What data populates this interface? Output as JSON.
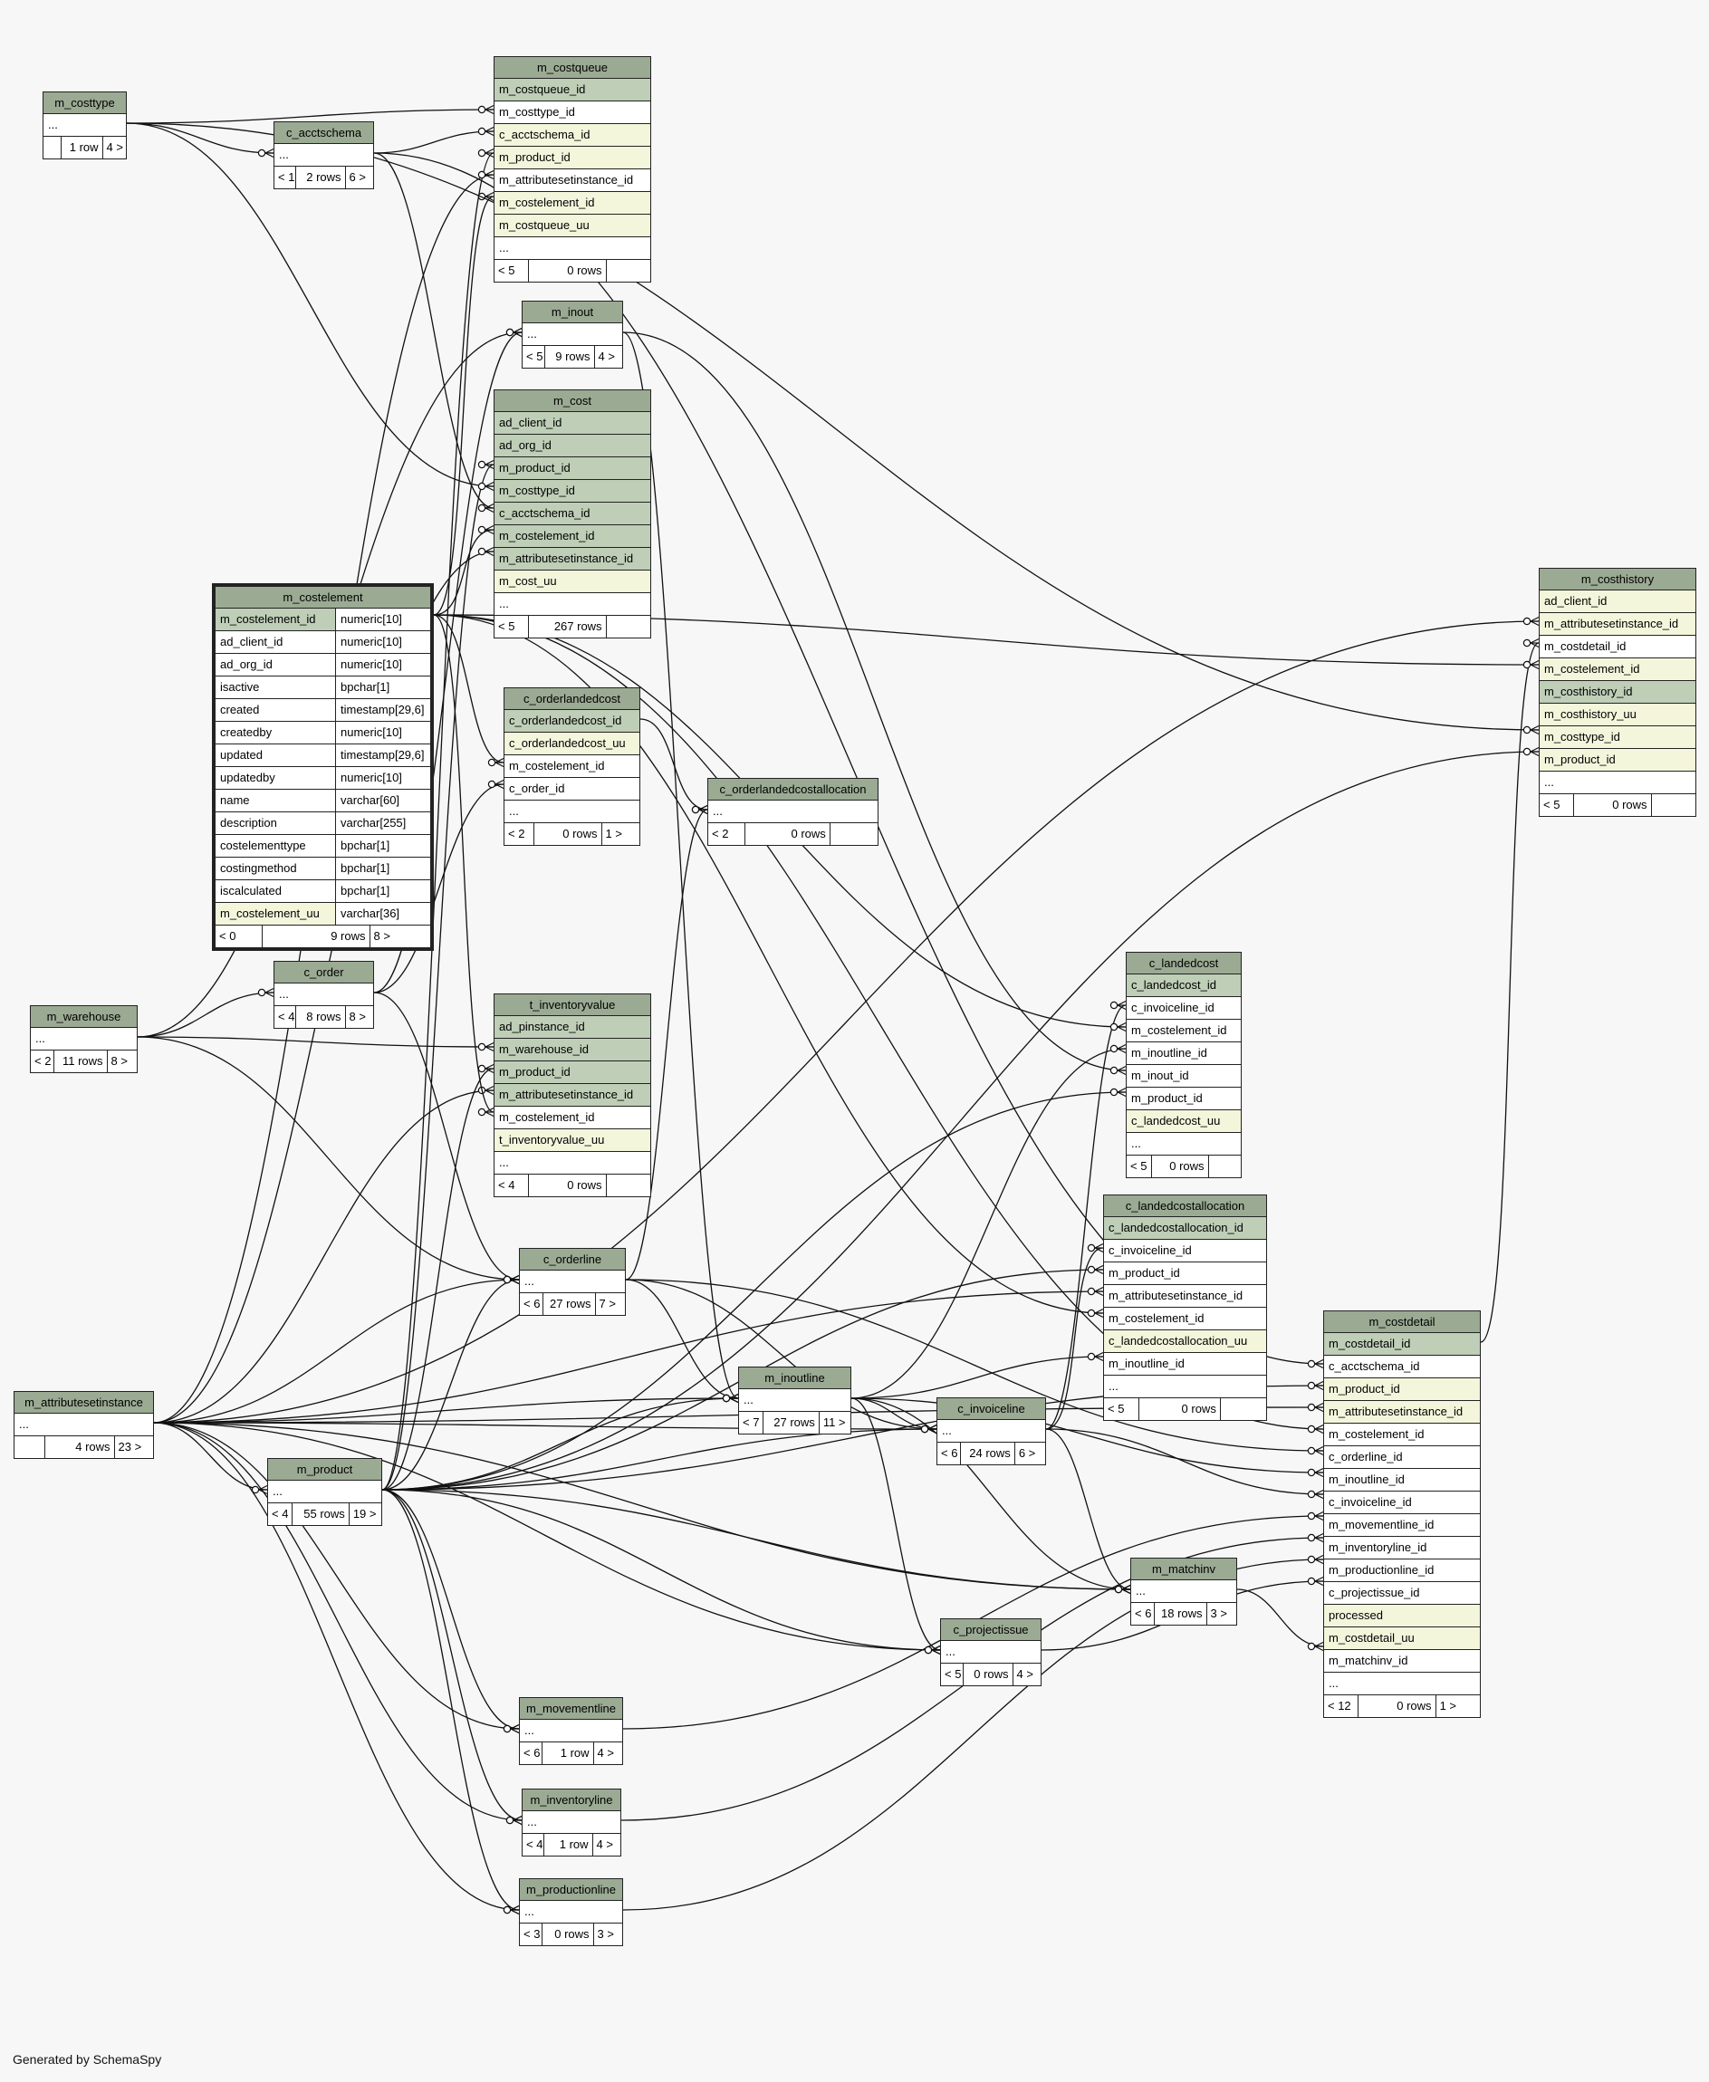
{
  "diagram": {
    "generator_note": "Generated by SchemaSpy",
    "colors": {
      "header": "#9baa93",
      "primary_key": "#bfceb7",
      "foreign_key": "#f4f6dc",
      "plain": "#ffffff",
      "background": "#f7f7f7"
    },
    "tables": [
      {
        "id": "m_costtype",
        "name": "m_costtype",
        "rows": [
          [
            "...",
            "plain"
          ]
        ],
        "footer": [
          "",
          "1 row",
          "4 >"
        ]
      },
      {
        "id": "c_acctschema",
        "name": "c_acctschema",
        "rows": [
          [
            "...",
            "plain"
          ]
        ],
        "footer": [
          "< 1",
          "2 rows",
          "6 >"
        ]
      },
      {
        "id": "m_costqueue",
        "name": "m_costqueue",
        "rows": [
          [
            "m_costqueue_id",
            "pk"
          ],
          [
            "m_costtype_id",
            "plain"
          ],
          [
            "c_acctschema_id",
            "fk"
          ],
          [
            "m_product_id",
            "fk"
          ],
          [
            "m_attributesetinstance_id",
            "plain"
          ],
          [
            "m_costelement_id",
            "fk"
          ],
          [
            "m_costqueue_uu",
            "fk"
          ],
          [
            "...",
            "plain"
          ]
        ],
        "footer": [
          "< 5",
          "0 rows",
          ""
        ]
      },
      {
        "id": "m_inout",
        "name": "m_inout",
        "rows": [
          [
            "...",
            "plain"
          ]
        ],
        "footer": [
          "< 5",
          "9 rows",
          "4 >"
        ]
      },
      {
        "id": "m_cost",
        "name": "m_cost",
        "rows": [
          [
            "ad_client_id",
            "pk"
          ],
          [
            "ad_org_id",
            "pk"
          ],
          [
            "m_product_id",
            "pk"
          ],
          [
            "m_costtype_id",
            "pk"
          ],
          [
            "c_acctschema_id",
            "pk"
          ],
          [
            "m_costelement_id",
            "pk"
          ],
          [
            "m_attributesetinstance_id",
            "pk"
          ],
          [
            "m_cost_uu",
            "fk"
          ],
          [
            "...",
            "plain"
          ]
        ],
        "footer": [
          "< 5",
          "267 rows",
          ""
        ]
      },
      {
        "id": "m_costelement",
        "name": "m_costelement",
        "focus": true,
        "rows": [
          [
            "m_costelement_id",
            "pk",
            "numeric[10]"
          ],
          [
            "ad_client_id",
            "plain",
            "numeric[10]"
          ],
          [
            "ad_org_id",
            "plain",
            "numeric[10]"
          ],
          [
            "isactive",
            "plain",
            "bpchar[1]"
          ],
          [
            "created",
            "plain",
            "timestamp[29,6]"
          ],
          [
            "createdby",
            "plain",
            "numeric[10]"
          ],
          [
            "updated",
            "plain",
            "timestamp[29,6]"
          ],
          [
            "updatedby",
            "plain",
            "numeric[10]"
          ],
          [
            "name",
            "plain",
            "varchar[60]"
          ],
          [
            "description",
            "plain",
            "varchar[255]"
          ],
          [
            "costelementtype",
            "plain",
            "bpchar[1]"
          ],
          [
            "costingmethod",
            "plain",
            "bpchar[1]"
          ],
          [
            "iscalculated",
            "plain",
            "bpchar[1]"
          ],
          [
            "m_costelement_uu",
            "fk",
            "varchar[36]"
          ]
        ],
        "footer": [
          "< 0",
          "9 rows",
          "8 >"
        ]
      },
      {
        "id": "c_orderlandedcost",
        "name": "c_orderlandedcost",
        "rows": [
          [
            "c_orderlandedcost_id",
            "pk"
          ],
          [
            "c_orderlandedcost_uu",
            "fk"
          ],
          [
            "m_costelement_id",
            "plain"
          ],
          [
            "c_order_id",
            "plain"
          ],
          [
            "...",
            "plain"
          ]
        ],
        "footer": [
          "< 2",
          "0 rows",
          "1 >"
        ]
      },
      {
        "id": "c_orderlandedcostallocation",
        "name": "c_orderlandedcostallocation",
        "rows": [
          [
            "...",
            "plain"
          ]
        ],
        "footer": [
          "< 2",
          "0 rows",
          ""
        ]
      },
      {
        "id": "m_costhistory",
        "name": "m_costhistory",
        "rows": [
          [
            "ad_client_id",
            "fk"
          ],
          [
            "m_attributesetinstance_id",
            "fk"
          ],
          [
            "m_costdetail_id",
            "plain"
          ],
          [
            "m_costelement_id",
            "fk"
          ],
          [
            "m_costhistory_id",
            "pk"
          ],
          [
            "m_costhistory_uu",
            "fk"
          ],
          [
            "m_costtype_id",
            "fk"
          ],
          [
            "m_product_id",
            "fk"
          ],
          [
            "...",
            "plain"
          ]
        ],
        "footer": [
          "< 5",
          "0 rows",
          ""
        ]
      },
      {
        "id": "c_order",
        "name": "c_order",
        "rows": [
          [
            "...",
            "plain"
          ]
        ],
        "footer": [
          "< 4",
          "8 rows",
          "8 >"
        ]
      },
      {
        "id": "m_warehouse",
        "name": "m_warehouse",
        "rows": [
          [
            "...",
            "plain"
          ]
        ],
        "footer": [
          "< 2",
          "11 rows",
          "8 >"
        ]
      },
      {
        "id": "t_inventoryvalue",
        "name": "t_inventoryvalue",
        "rows": [
          [
            "ad_pinstance_id",
            "pk"
          ],
          [
            "m_warehouse_id",
            "pk"
          ],
          [
            "m_product_id",
            "pk"
          ],
          [
            "m_attributesetinstance_id",
            "pk"
          ],
          [
            "m_costelement_id",
            "plain"
          ],
          [
            "t_inventoryvalue_uu",
            "fk"
          ],
          [
            "...",
            "plain"
          ]
        ],
        "footer": [
          "< 4",
          "0 rows",
          ""
        ]
      },
      {
        "id": "c_landedcost",
        "name": "c_landedcost",
        "rows": [
          [
            "c_landedcost_id",
            "pk"
          ],
          [
            "c_invoiceline_id",
            "plain"
          ],
          [
            "m_costelement_id",
            "plain"
          ],
          [
            "m_inoutline_id",
            "plain"
          ],
          [
            "m_inout_id",
            "plain"
          ],
          [
            "m_product_id",
            "plain"
          ],
          [
            "c_landedcost_uu",
            "fk"
          ],
          [
            "...",
            "plain"
          ]
        ],
        "footer": [
          "< 5",
          "0 rows",
          ""
        ]
      },
      {
        "id": "c_landedcostallocation",
        "name": "c_landedcostallocation",
        "rows": [
          [
            "c_landedcostallocation_id",
            "pk"
          ],
          [
            "c_invoiceline_id",
            "plain"
          ],
          [
            "m_product_id",
            "plain"
          ],
          [
            "m_attributesetinstance_id",
            "plain"
          ],
          [
            "m_costelement_id",
            "plain"
          ],
          [
            "c_landedcostallocation_uu",
            "fk"
          ],
          [
            "m_inoutline_id",
            "plain"
          ],
          [
            "...",
            "plain"
          ]
        ],
        "footer": [
          "< 5",
          "0 rows",
          ""
        ]
      },
      {
        "id": "c_orderline",
        "name": "c_orderline",
        "rows": [
          [
            "...",
            "plain"
          ]
        ],
        "footer": [
          "< 6",
          "27 rows",
          "7 >"
        ]
      },
      {
        "id": "m_costdetail",
        "name": "m_costdetail",
        "rows": [
          [
            "m_costdetail_id",
            "pk"
          ],
          [
            "c_acctschema_id",
            "plain"
          ],
          [
            "m_product_id",
            "fk"
          ],
          [
            "m_attributesetinstance_id",
            "fk"
          ],
          [
            "m_costelement_id",
            "plain"
          ],
          [
            "c_orderline_id",
            "plain"
          ],
          [
            "m_inoutline_id",
            "plain"
          ],
          [
            "c_invoiceline_id",
            "plain"
          ],
          [
            "m_movementline_id",
            "plain"
          ],
          [
            "m_inventoryline_id",
            "plain"
          ],
          [
            "m_productionline_id",
            "plain"
          ],
          [
            "c_projectissue_id",
            "plain"
          ],
          [
            "processed",
            "fk"
          ],
          [
            "m_costdetail_uu",
            "fk"
          ],
          [
            "m_matchinv_id",
            "plain"
          ],
          [
            "...",
            "plain"
          ]
        ],
        "footer": [
          "< 12",
          "0 rows",
          "1 >"
        ]
      },
      {
        "id": "m_inoutline",
        "name": "m_inoutline",
        "rows": [
          [
            "...",
            "plain"
          ]
        ],
        "footer": [
          "< 7",
          "27 rows",
          "11 >"
        ]
      },
      {
        "id": "m_attributesetinstance",
        "name": "m_attributesetinstance",
        "rows": [
          [
            "...",
            "plain"
          ]
        ],
        "footer": [
          "",
          "4 rows",
          "23 >"
        ]
      },
      {
        "id": "c_invoiceline",
        "name": "c_invoiceline",
        "rows": [
          [
            "...",
            "plain"
          ]
        ],
        "footer": [
          "< 6",
          "24 rows",
          "6 >"
        ]
      },
      {
        "id": "m_product",
        "name": "m_product",
        "rows": [
          [
            "...",
            "plain"
          ]
        ],
        "footer": [
          "< 4",
          "55 rows",
          "19 >"
        ]
      },
      {
        "id": "m_matchinv",
        "name": "m_matchinv",
        "rows": [
          [
            "...",
            "plain"
          ]
        ],
        "footer": [
          "< 6",
          "18 rows",
          "3 >"
        ]
      },
      {
        "id": "c_projectissue",
        "name": "c_projectissue",
        "rows": [
          [
            "...",
            "plain"
          ]
        ],
        "footer": [
          "< 5",
          "0 rows",
          "4 >"
        ]
      },
      {
        "id": "m_movementline",
        "name": "m_movementline",
        "rows": [
          [
            "...",
            "plain"
          ]
        ],
        "footer": [
          "< 6",
          "1 row",
          "4 >"
        ]
      },
      {
        "id": "m_inventoryline",
        "name": "m_inventoryline",
        "rows": [
          [
            "...",
            "plain"
          ]
        ],
        "footer": [
          "< 4",
          "1 row",
          "4 >"
        ]
      },
      {
        "id": "m_productionline",
        "name": "m_productionline",
        "rows": [
          [
            "...",
            "plain"
          ]
        ],
        "footer": [
          "< 3",
          "0 rows",
          "3 >"
        ]
      }
    ],
    "relationships": [
      {
        "from": "m_costqueue.m_costtype_id",
        "to": "m_costtype"
      },
      {
        "from": "m_costqueue.c_acctschema_id",
        "to": "c_acctschema"
      },
      {
        "from": "m_costqueue.m_product_id",
        "to": "m_product"
      },
      {
        "from": "m_costqueue.m_attributesetinstance_id",
        "to": "m_attributesetinstance"
      },
      {
        "from": "m_costqueue.m_costelement_id",
        "to": "m_costelement"
      },
      {
        "from": "c_acctschema",
        "to": "m_costtype"
      },
      {
        "from": "m_inout",
        "to": "m_warehouse"
      },
      {
        "from": "m_inout",
        "to": "c_order"
      },
      {
        "from": "m_cost.m_product_id",
        "to": "m_product"
      },
      {
        "from": "m_cost.m_costtype_id",
        "to": "m_costtype"
      },
      {
        "from": "m_cost.c_acctschema_id",
        "to": "c_acctschema"
      },
      {
        "from": "m_cost.m_costelement_id",
        "to": "m_costelement"
      },
      {
        "from": "m_cost.m_attributesetinstance_id",
        "to": "m_attributesetinstance"
      },
      {
        "from": "c_orderlandedcost.m_costelement_id",
        "to": "m_costelement"
      },
      {
        "from": "c_orderlandedcost.c_order_id",
        "to": "c_order"
      },
      {
        "from": "c_orderlandedcostallocation",
        "to": "c_orderlandedcost"
      },
      {
        "from": "c_orderlandedcostallocation",
        "to": "c_orderline"
      },
      {
        "from": "m_costhistory.m_attributesetinstance_id",
        "to": "m_attributesetinstance"
      },
      {
        "from": "m_costhistory.m_costdetail_id",
        "to": "m_costdetail"
      },
      {
        "from": "m_costhistory.m_costelement_id",
        "to": "m_costelement"
      },
      {
        "from": "m_costhistory.m_costtype_id",
        "to": "m_costtype"
      },
      {
        "from": "m_costhistory.m_product_id",
        "to": "m_product"
      },
      {
        "from": "c_order",
        "to": "m_warehouse"
      },
      {
        "from": "t_inventoryvalue.m_warehouse_id",
        "to": "m_warehouse"
      },
      {
        "from": "t_inventoryvalue.m_product_id",
        "to": "m_product"
      },
      {
        "from": "t_inventoryvalue.m_attributesetinstance_id",
        "to": "m_attributesetinstance"
      },
      {
        "from": "t_inventoryvalue.m_costelement_id",
        "to": "m_costelement"
      },
      {
        "from": "c_landedcost.c_invoiceline_id",
        "to": "c_invoiceline"
      },
      {
        "from": "c_landedcost.m_costelement_id",
        "to": "m_costelement"
      },
      {
        "from": "c_landedcost.m_inoutline_id",
        "to": "m_inoutline"
      },
      {
        "from": "c_landedcost.m_inout_id",
        "to": "m_inout"
      },
      {
        "from": "c_landedcost.m_product_id",
        "to": "m_product"
      },
      {
        "from": "c_landedcostallocation.c_invoiceline_id",
        "to": "c_invoiceline"
      },
      {
        "from": "c_landedcostallocation.m_product_id",
        "to": "m_product"
      },
      {
        "from": "c_landedcostallocation.m_attributesetinstance_id",
        "to": "m_attributesetinstance"
      },
      {
        "from": "c_landedcostallocation.m_costelement_id",
        "to": "m_costelement"
      },
      {
        "from": "c_landedcostallocation.m_inoutline_id",
        "to": "m_inoutline"
      },
      {
        "from": "c_orderline",
        "to": "c_order"
      },
      {
        "from": "c_orderline",
        "to": "m_product"
      },
      {
        "from": "c_orderline",
        "to": "m_warehouse"
      },
      {
        "from": "c_orderline",
        "to": "m_attributesetinstance"
      },
      {
        "from": "m_costdetail.c_acctschema_id",
        "to": "c_acctschema"
      },
      {
        "from": "m_costdetail.m_product_id",
        "to": "m_product"
      },
      {
        "from": "m_costdetail.m_attributesetinstance_id",
        "to": "m_attributesetinstance"
      },
      {
        "from": "m_costdetail.m_costelement_id",
        "to": "m_costelement"
      },
      {
        "from": "m_costdetail.c_orderline_id",
        "to": "c_orderline"
      },
      {
        "from": "m_costdetail.m_inoutline_id",
        "to": "m_inoutline"
      },
      {
        "from": "m_costdetail.c_invoiceline_id",
        "to": "c_invoiceline"
      },
      {
        "from": "m_costdetail.m_movementline_id",
        "to": "m_movementline"
      },
      {
        "from": "m_costdetail.m_inventoryline_id",
        "to": "m_inventoryline"
      },
      {
        "from": "m_costdetail.m_productionline_id",
        "to": "m_productionline"
      },
      {
        "from": "m_costdetail.c_projectissue_id",
        "to": "c_projectissue"
      },
      {
        "from": "m_costdetail.m_matchinv_id",
        "to": "m_matchinv"
      },
      {
        "from": "m_inoutline",
        "to": "m_inout"
      },
      {
        "from": "m_inoutline",
        "to": "c_orderline"
      },
      {
        "from": "m_inoutline",
        "to": "m_product"
      },
      {
        "from": "m_inoutline",
        "to": "m_attributesetinstance"
      },
      {
        "from": "c_invoiceline",
        "to": "c_orderline"
      },
      {
        "from": "c_invoiceline",
        "to": "m_inoutline"
      },
      {
        "from": "c_invoiceline",
        "to": "m_product"
      },
      {
        "from": "c_invoiceline",
        "to": "m_attributesetinstance"
      },
      {
        "from": "m_product",
        "to": "m_attributesetinstance"
      },
      {
        "from": "m_matchinv",
        "to": "c_invoiceline"
      },
      {
        "from": "m_matchinv",
        "to": "m_inoutline"
      },
      {
        "from": "m_matchinv",
        "to": "m_product"
      },
      {
        "from": "m_matchinv",
        "to": "m_attributesetinstance"
      },
      {
        "from": "c_projectissue",
        "to": "m_inoutline"
      },
      {
        "from": "c_projectissue",
        "to": "m_product"
      },
      {
        "from": "c_projectissue",
        "to": "m_attributesetinstance"
      },
      {
        "from": "m_movementline",
        "to": "m_product"
      },
      {
        "from": "m_movementline",
        "to": "m_attributesetinstance"
      },
      {
        "from": "m_inventoryline",
        "to": "m_product"
      },
      {
        "from": "m_inventoryline",
        "to": "m_attributesetinstance"
      },
      {
        "from": "m_productionline",
        "to": "m_product"
      },
      {
        "from": "m_productionline",
        "to": "m_attributesetinstance"
      }
    ]
  }
}
